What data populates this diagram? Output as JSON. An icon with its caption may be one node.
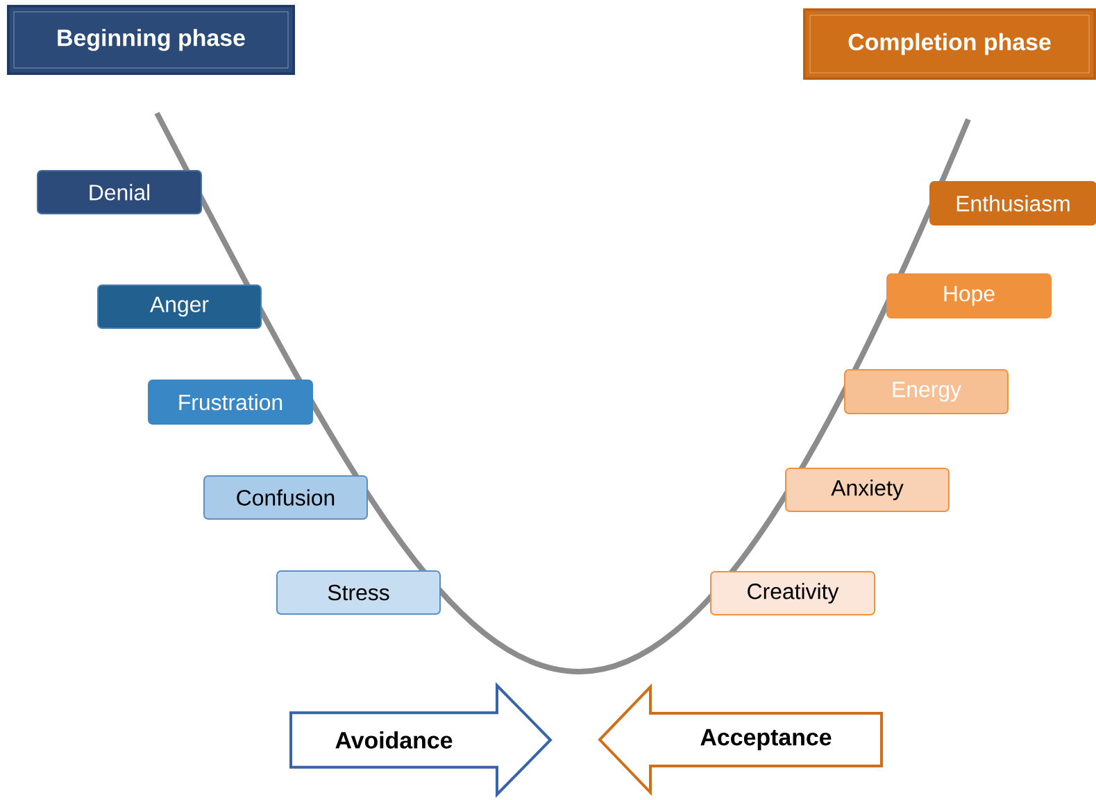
{
  "diagram": {
    "nodes": [
      {
        "text": [
          "Beginning phase"
        ]
      },
      {
        "text": [
          "Completion phase"
        ]
      },
      {
        "text": [
          "Denial"
        ]
      },
      {
        "text": [
          "Anger"
        ]
      },
      {
        "text": [
          "Frustration"
        ]
      },
      {
        "text": [
          "Confusion"
        ]
      },
      {
        "text": [
          "Stress"
        ]
      },
      {
        "text": [
          "Enthusiasm"
        ]
      },
      {
        "text": [
          "Hope"
        ]
      },
      {
        "text": [
          "Energy"
        ]
      },
      {
        "text": [
          "Anxiety"
        ]
      },
      {
        "text": [
          "Creativity"
        ]
      },
      {
        "text": [
          "Avoidance"
        ]
      },
      {
        "text": [
          "Acceptance"
        ]
      }
    ]
  }
}
